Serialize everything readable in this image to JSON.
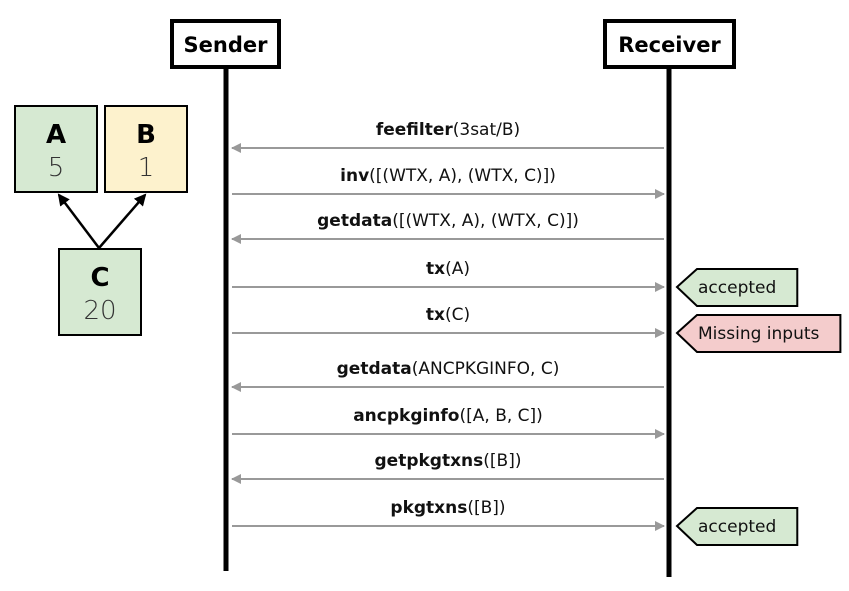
{
  "actors": {
    "sender": "Sender",
    "receiver": "Receiver"
  },
  "graph": {
    "nodes": [
      {
        "id": "A",
        "letter": "A",
        "value": "5",
        "color": "#d6e9d2"
      },
      {
        "id": "B",
        "letter": "B",
        "value": "1",
        "color": "#fdf2cd"
      },
      {
        "id": "C",
        "letter": "C",
        "value": "20",
        "color": "#d6e9d2"
      }
    ],
    "edges": [
      {
        "from": "C",
        "to": "A"
      },
      {
        "from": "C",
        "to": "B"
      }
    ]
  },
  "messages": [
    {
      "cmd": "feefilter",
      "args": "(3sat/B)",
      "direction": "to-sender"
    },
    {
      "cmd": "inv",
      "args": "([(WTX, A), (WTX, C)])",
      "direction": "to-receiver"
    },
    {
      "cmd": "getdata",
      "args": "([(WTX, A), (WTX, C)])",
      "direction": "to-sender"
    },
    {
      "cmd": "tx",
      "args": "(A)",
      "direction": "to-receiver",
      "status": "accepted"
    },
    {
      "cmd": "tx",
      "args": "(C)",
      "direction": "to-receiver",
      "status": "Missing inputs"
    },
    {
      "cmd": "getdata",
      "args": "(ANCPKGINFO, C)",
      "direction": "to-sender"
    },
    {
      "cmd": "ancpkginfo",
      "args": "([A, B, C])",
      "direction": "to-receiver"
    },
    {
      "cmd": "getpkgtxns",
      "args": "([B])",
      "direction": "to-sender"
    },
    {
      "cmd": "pkgtxns",
      "args": "([B])",
      "direction": "to-receiver",
      "status": "accepted"
    }
  ],
  "status_colors": {
    "accepted": "#d6e9d2",
    "Missing inputs": "#f4cccc"
  },
  "arrow_color": "#999999"
}
